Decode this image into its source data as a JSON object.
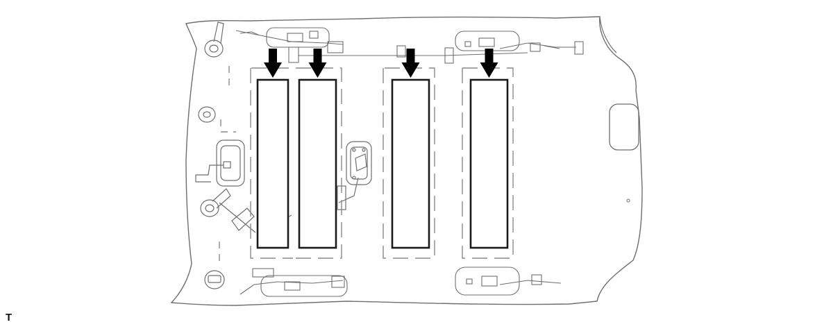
{
  "diagram": {
    "corner_label": "T",
    "panel_count": 4,
    "arrow_direction": "down",
    "colors": {
      "outline": "#6e6e6e",
      "panel": "#1a1a1a",
      "arrow": "#000000",
      "dashed": "#8a8a8a"
    },
    "panels": [
      {
        "name": "panel-1"
      },
      {
        "name": "panel-2"
      },
      {
        "name": "panel-3"
      },
      {
        "name": "panel-4"
      }
    ]
  }
}
